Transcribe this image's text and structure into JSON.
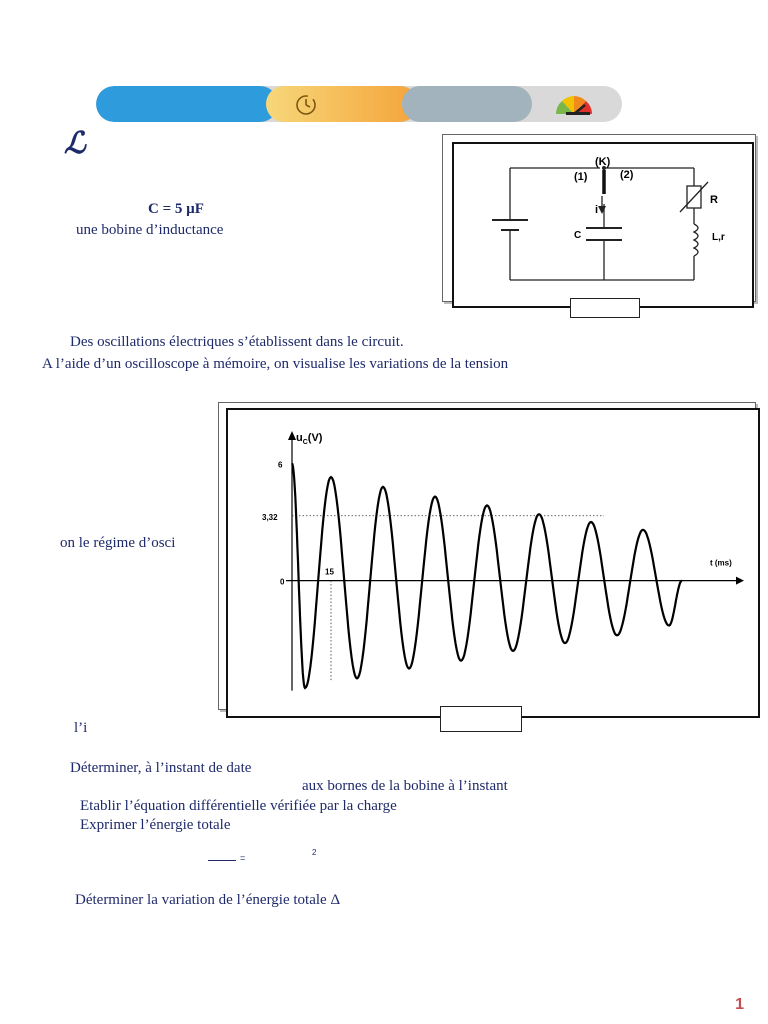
{
  "header": {
    "colors": {
      "blue": "#2e9bdc",
      "orange": "#f4a43a",
      "gray": "#a2b3be",
      "track": "#d9d9d9"
    },
    "icons": [
      "clock-icon",
      "gauge-icon"
    ]
  },
  "title_symbol": "ℒ",
  "intro": {
    "capacitance": "C = 5 µF",
    "coil": "une bobine d’inductance"
  },
  "circuit": {
    "switch_label": "(K)",
    "pos1_label": "(1)",
    "pos2_label": "(2)",
    "current_label": "i",
    "capacitor_label": "C",
    "resistor_label": "R",
    "coil_label": "L,r",
    "figure_caption": ""
  },
  "paragraph": {
    "line1": "Des oscillations électriques s’établissent dans le circuit.",
    "line2": "A l’aide d’un oscilloscope à mémoire, on visualise les variations de la tension"
  },
  "side_text": "on le régime d’osci",
  "chart_data": {
    "type": "line",
    "ylabel": "u",
    "ylabel_sub": "C",
    "ylabel_unit": "(V)",
    "xlabel": "t (ms)",
    "y_ticks": [
      "6",
      "3,32",
      "0"
    ],
    "y_tick_values": [
      6,
      3.32,
      0
    ],
    "x_marker_label": "15",
    "x_marker_value": 15,
    "xlim": [
      0,
      150
    ],
    "ylim": [
      -5.6,
      7.2
    ],
    "series": [
      {
        "peaks_t": [
          0,
          5,
          15,
          25,
          35,
          45,
          55,
          65,
          75,
          85,
          95,
          105,
          115,
          125,
          135,
          145
        ],
        "peaks_u": [
          6,
          -5.5,
          5.3,
          -5.0,
          4.8,
          -4.5,
          4.3,
          -4.1,
          3.85,
          -3.6,
          3.4,
          -3.2,
          3.0,
          -2.8,
          2.6,
          -2.3
        ],
        "end_t": 150,
        "end_u": 0
      }
    ],
    "figure_caption": ""
  },
  "questions": {
    "q_i": "l’i",
    "q1": "Déterminer, à l’instant de date",
    "q2": "aux bornes  de la bobine à l’instant",
    "q3": "Etablir l’équation différentielle vérifiée par la charge",
    "q4": "Exprimer l’énergie totale",
    "formula_eq": "=",
    "formula_exp": "2",
    "q5": "Déterminer la variation de l’énergie totale Δ"
  },
  "page_number": "1"
}
